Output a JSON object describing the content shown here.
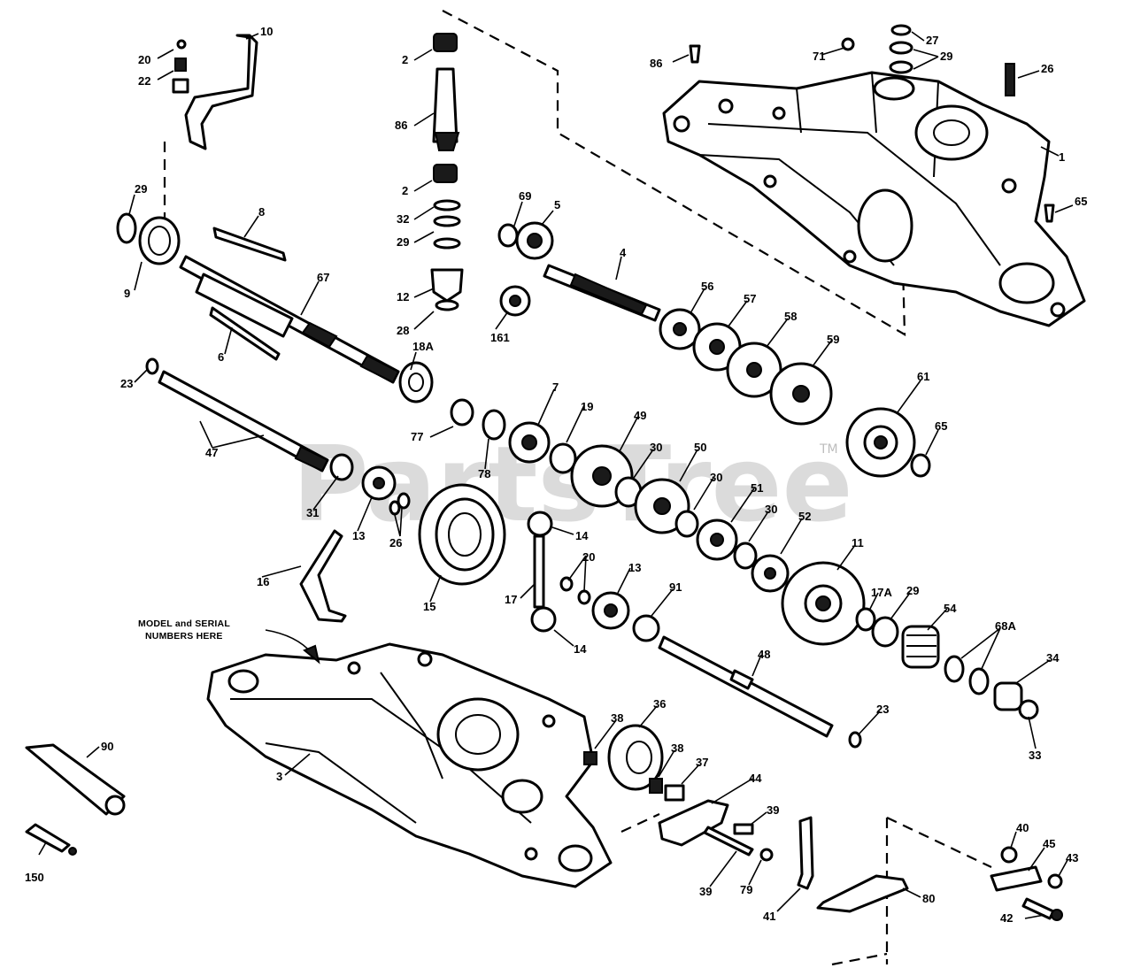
{
  "watermark": {
    "text": "PartsTree",
    "tm": "TM"
  },
  "note": {
    "line1": "MODEL and SERIAL",
    "line2": "NUMBERS HERE"
  },
  "labels": {
    "l20a": "20",
    "l10": "10",
    "l22": "22",
    "l2a": "2",
    "l86": "86",
    "l2b": "2",
    "l32": "32",
    "l29b": "29",
    "l12": "12",
    "l28": "28",
    "l29a": "29",
    "l8": "8",
    "l9": "9",
    "l67": "67",
    "l6": "6",
    "l18a": "18A",
    "l23a": "23",
    "l47": "47",
    "l69": "69",
    "l5": "5",
    "l161": "161",
    "l4": "4",
    "l56": "56",
    "l57": "57",
    "l58": "58",
    "l59": "59",
    "l86b": "86",
    "l71": "71",
    "l27": "27",
    "l29c": "29",
    "l26": "26",
    "l1": "1",
    "l65": "65",
    "l61": "61",
    "l65b": "65",
    "l77": "77",
    "l78": "78",
    "l7": "7",
    "l19": "19",
    "l49": "49",
    "l30a": "30",
    "l50": "50",
    "l30b": "30",
    "l51": "51",
    "l30c": "30",
    "l52": "52",
    "l31": "31",
    "l13a": "13",
    "l26b": "26",
    "l14a": "14",
    "l16": "16",
    "l15": "15",
    "l20b": "20",
    "l17": "17",
    "l13b": "13",
    "l14b": "14",
    "l91": "91",
    "l11": "11",
    "l17a": "17A",
    "l29d": "29",
    "l54": "54",
    "l68a": "68A",
    "l48": "48",
    "l34": "34",
    "l23b": "23",
    "l33": "33",
    "l38a": "38",
    "l36": "36",
    "l38b": "38",
    "l37": "37",
    "l44": "44",
    "l39a": "39",
    "l39b": "39",
    "l79": "79",
    "l41": "41",
    "l80": "80",
    "l40": "40",
    "l45": "45",
    "l43": "43",
    "l42": "42",
    "l90": "90",
    "l150": "150",
    "l3": "3"
  }
}
